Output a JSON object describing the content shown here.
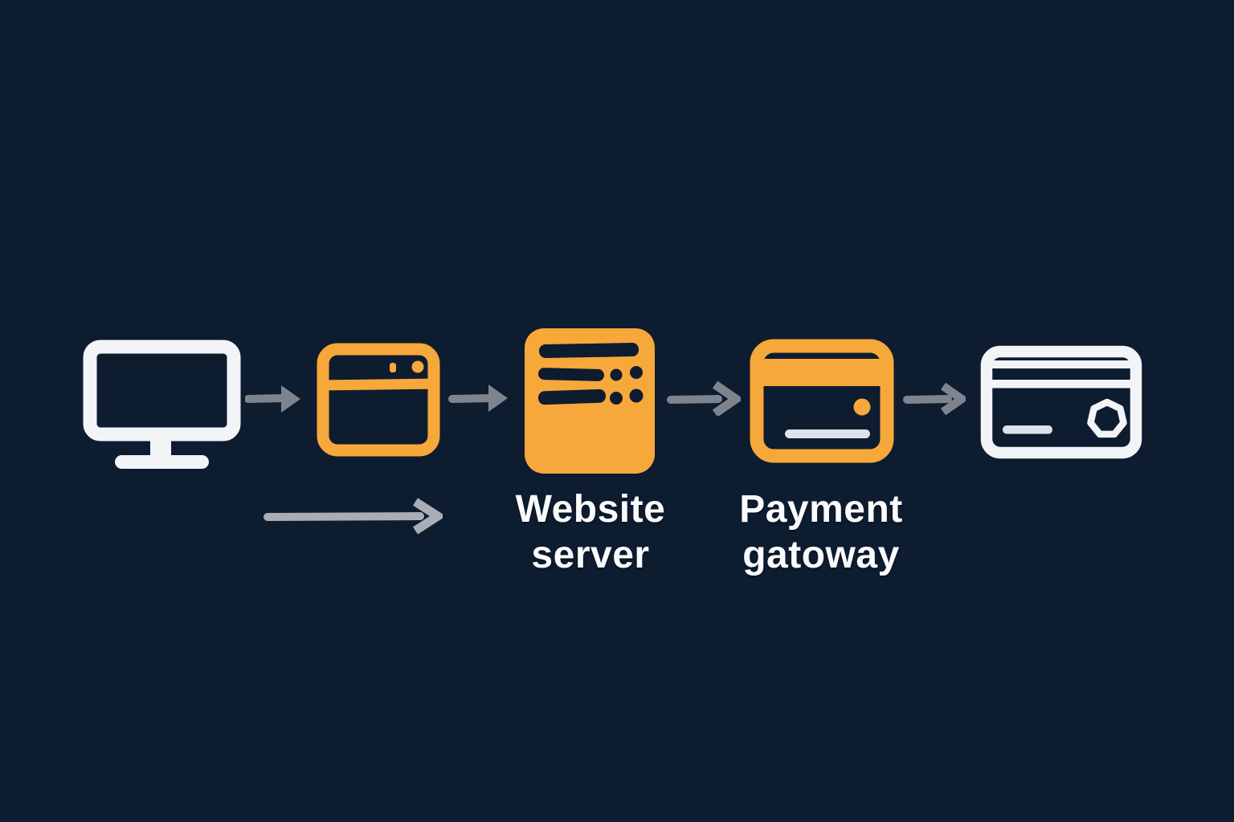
{
  "colors": {
    "background": "#0e1c30",
    "accent_orange": "#f7a83a",
    "icon_white": "#f2f4f8",
    "arrow_gray": "#7d848e",
    "arrow_gray_light": "#a9aeb6",
    "label_text": "#fafbfd",
    "icon_slot_navy": "#0e1c30",
    "dash_light": "#dde2ea"
  },
  "flow": {
    "nodes": [
      {
        "id": "user-computer",
        "icon": "monitor-icon",
        "label": ""
      },
      {
        "id": "browser-window",
        "icon": "browser-window-icon",
        "label": ""
      },
      {
        "id": "website-server",
        "icon": "server-icon",
        "label": "Website server"
      },
      {
        "id": "payment-gateway",
        "icon": "payment-card-icon",
        "label": "Payment gatoway"
      },
      {
        "id": "bank-card",
        "icon": "credit-card-icon",
        "label": ""
      }
    ],
    "connectors": [
      {
        "id": "arrow-computer-to-browser",
        "direction": "right"
      },
      {
        "id": "arrow-browser-to-server",
        "direction": "right"
      },
      {
        "id": "arrow-server-to-gateway",
        "direction": "right"
      },
      {
        "id": "arrow-gateway-to-card",
        "direction": "right"
      },
      {
        "id": "arrow-request-long",
        "direction": "right"
      }
    ]
  }
}
